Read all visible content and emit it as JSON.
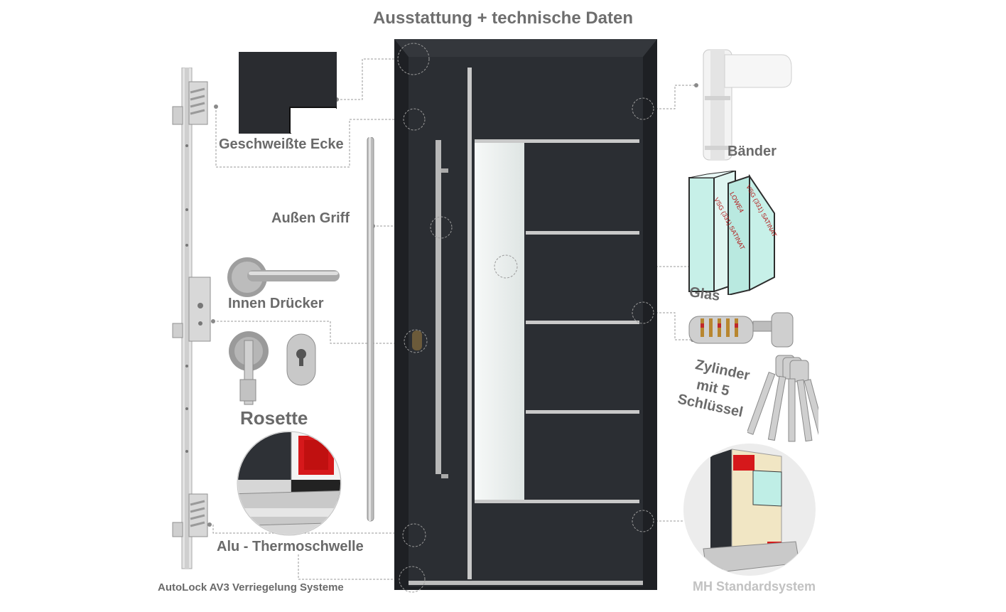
{
  "title": "Ausstattung + technische Daten",
  "labels": {
    "corner": "Geschweißte Ecke",
    "outer_handle": "Außen  Griff",
    "inner_handle": "Innen Drücker",
    "rosette": "Rosette",
    "threshold": "Alu - Thermoschwelle",
    "lock_system": "AutoLock AV3 Verriegelung Systeme",
    "hinges": "Bänder",
    "glass": "Glas",
    "cylinder_line1": "Zylinder",
    "cylinder_line2": "mit 5",
    "cylinder_line3": "Schlüssel",
    "standard_system": "MH Standardsystem"
  },
  "glass_layers": [
    "VSG (331) SATINAT",
    "LOWE4",
    "VSG (331) SATINAT"
  ],
  "colors": {
    "door": "#2b2e33",
    "frame": "#1e2024",
    "steel": "#c9c9c9",
    "glass_panel": "#eef2f1",
    "label": "#6a6a6a",
    "glass_tint": "#c7f0e8"
  }
}
